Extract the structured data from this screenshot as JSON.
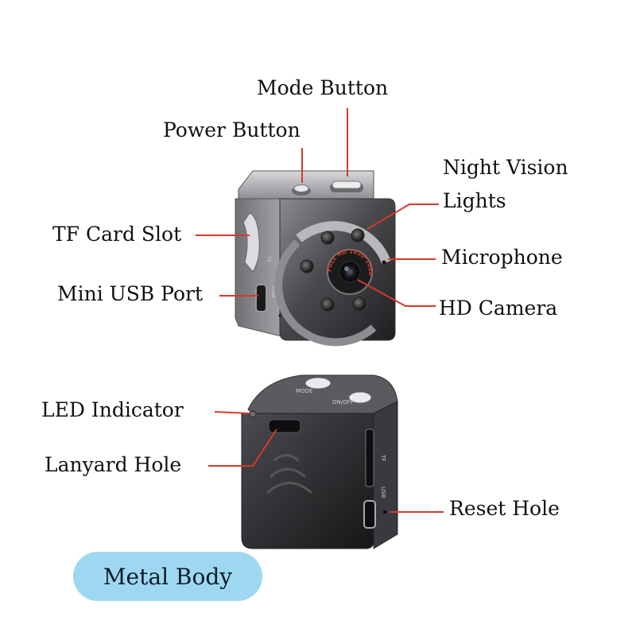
{
  "colors": {
    "leader_line": "#d33a2c",
    "badge_fill": "#9ed8f0",
    "metal_dark": "#2e2e30",
    "metal_light": "#b9b9bd"
  },
  "labels": {
    "mode_button": "Mode Button",
    "power_button": "Power Button",
    "night_vision_line1": "Night Vision",
    "night_vision_line2": "Lights",
    "tf_card_slot": "TF Card Slot",
    "microphone": "Microphone",
    "mini_usb_port": "Mini USB Port",
    "hd_camera": "HD Camera",
    "led_indicator": "LED Indicator",
    "lanyard_hole": "Lanyard Hole",
    "reset_hole": "Reset Hole"
  },
  "device_markings": {
    "lens_ring": "FULL HD 1920*1080",
    "tf": "TF",
    "usb": "USB",
    "mode": "MODE",
    "on_off": "ON/OFF"
  },
  "badge": {
    "text": "Metal Body"
  }
}
